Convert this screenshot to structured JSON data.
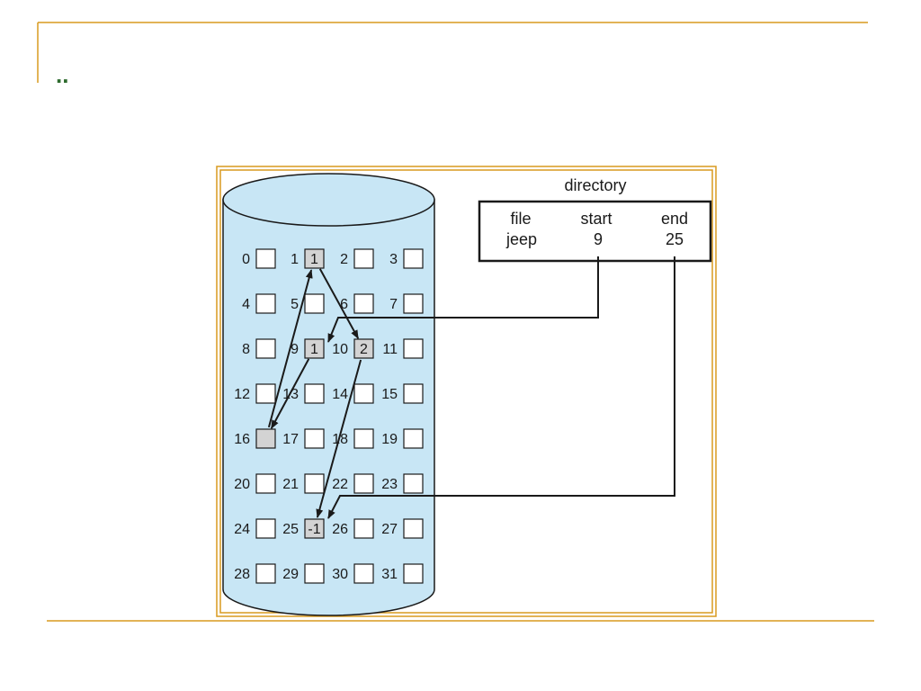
{
  "slide": {
    "title": "..",
    "accent_color": "#D99A1F",
    "title_color": "#2E6B2E"
  },
  "diagram": {
    "disk_color": "#C8E6F5",
    "block_fill_used": "#D3D3D3",
    "blocks": [
      {
        "n": "0",
        "v": ""
      },
      {
        "n": "1",
        "v": "1"
      },
      {
        "n": "2",
        "v": ""
      },
      {
        "n": "3",
        "v": ""
      },
      {
        "n": "4",
        "v": ""
      },
      {
        "n": "5",
        "v": ""
      },
      {
        "n": "6",
        "v": ""
      },
      {
        "n": "7",
        "v": ""
      },
      {
        "n": "8",
        "v": ""
      },
      {
        "n": "9",
        "v": "1"
      },
      {
        "n": "10",
        "v": "2"
      },
      {
        "n": "11",
        "v": ""
      },
      {
        "n": "12",
        "v": ""
      },
      {
        "n": "13",
        "v": ""
      },
      {
        "n": "14",
        "v": ""
      },
      {
        "n": "15",
        "v": ""
      },
      {
        "n": "16",
        "v": ""
      },
      {
        "n": "17",
        "v": ""
      },
      {
        "n": "18",
        "v": ""
      },
      {
        "n": "19",
        "v": ""
      },
      {
        "n": "20",
        "v": ""
      },
      {
        "n": "21",
        "v": ""
      },
      {
        "n": "22",
        "v": ""
      },
      {
        "n": "23",
        "v": ""
      },
      {
        "n": "24",
        "v": ""
      },
      {
        "n": "25",
        "v": "-1"
      },
      {
        "n": "26",
        "v": ""
      },
      {
        "n": "27",
        "v": ""
      },
      {
        "n": "28",
        "v": ""
      },
      {
        "n": "29",
        "v": ""
      },
      {
        "n": "30",
        "v": ""
      },
      {
        "n": "31",
        "v": ""
      }
    ],
    "used_blocks": [
      1,
      9,
      10,
      16,
      25
    ],
    "chain": [
      9,
      16,
      1,
      10,
      25
    ],
    "directory": {
      "title": "directory",
      "headers": [
        "file",
        "start",
        "end"
      ],
      "row": [
        "jeep",
        "9",
        "25"
      ]
    }
  }
}
